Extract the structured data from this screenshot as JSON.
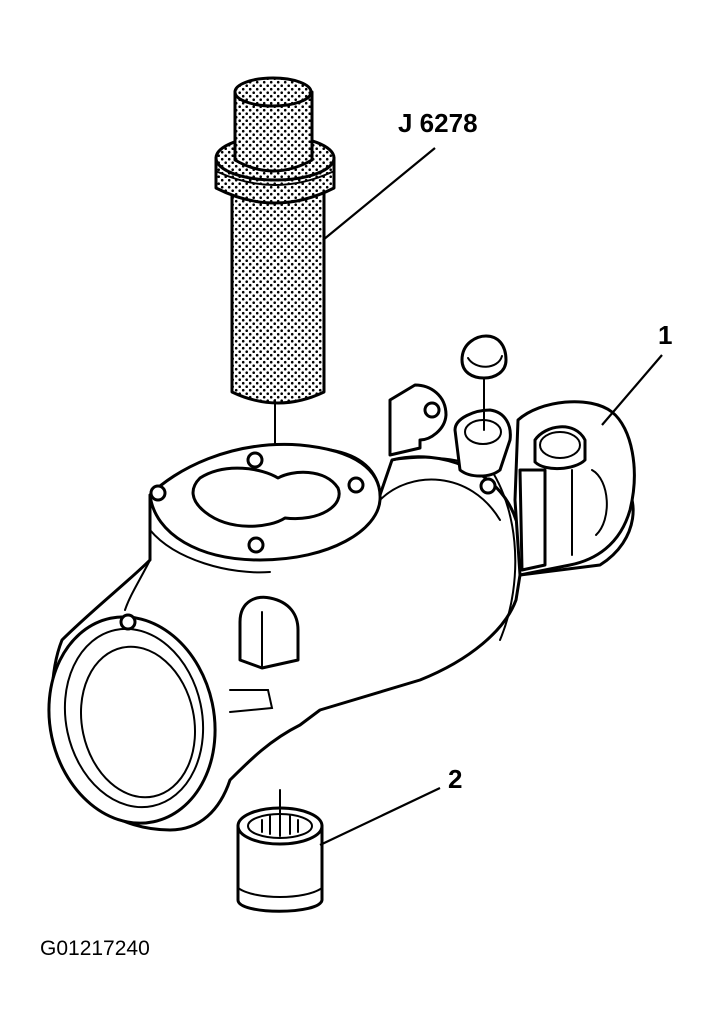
{
  "callouts": {
    "tool": "J 6278",
    "housing": "1",
    "bearing": "2"
  },
  "figure_id": "G01217240"
}
